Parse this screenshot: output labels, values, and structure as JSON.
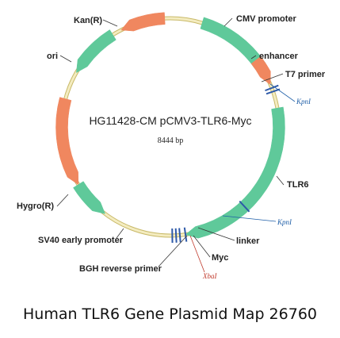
{
  "plasmid": {
    "name": "HG11428-CM pCMV3-TLR6-Myc",
    "size": "8444 bp"
  },
  "features": [
    {
      "id": "cmv",
      "label": "CMV promoter",
      "color": "#5fc99a"
    },
    {
      "id": "enhancer",
      "label": "enhancer",
      "color": "#f0875f"
    },
    {
      "id": "t7",
      "label": "T7 primer",
      "color": "#2e5aa8"
    },
    {
      "id": "tlr6",
      "label": "TLR6",
      "color": "#5fc99a"
    },
    {
      "id": "linker",
      "label": "linker",
      "color": "#2e5aa8"
    },
    {
      "id": "myc",
      "label": "Myc",
      "color": "#2e5aa8"
    },
    {
      "id": "bgh",
      "label": "BGH reverse primer",
      "color": "#2e5aa8"
    },
    {
      "id": "sv40",
      "label": "SV40 early promoter",
      "color": "#5fc99a"
    },
    {
      "id": "hygro",
      "label": "Hygro(R)",
      "color": "#f0875f"
    },
    {
      "id": "ori",
      "label": "ori",
      "color": "#5fc99a"
    },
    {
      "id": "kan",
      "label": "Kan(R)",
      "color": "#f0875f"
    }
  ],
  "sites": [
    {
      "id": "kpni-1",
      "label": "KpnI",
      "color": "#1f5fa8"
    },
    {
      "id": "kpni-2",
      "label": "KpnI",
      "color": "#1f5fa8"
    },
    {
      "id": "xbai",
      "label": "XbaI",
      "color": "#c0392b"
    }
  ],
  "caption": "Human TLR6 Gene Plasmid Map 26760",
  "colors": {
    "backbone": "#f4ecc0",
    "backbone_edge": "#c8b968",
    "leader": "#333333"
  }
}
